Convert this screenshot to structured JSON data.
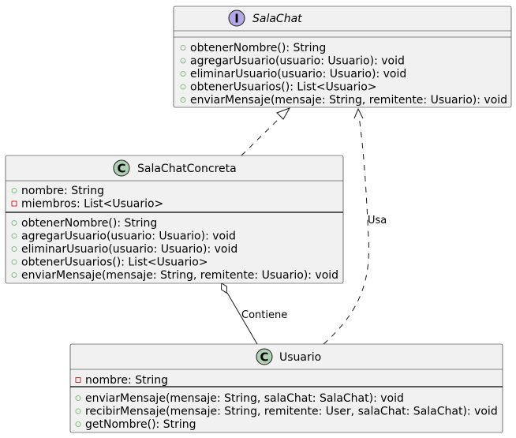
{
  "classes": {
    "salachat": {
      "stereotype_letter": "I",
      "name": "SalaChat",
      "attributes": [],
      "methods": [
        {
          "visibility": "+",
          "text": "obtenerNombre(): String"
        },
        {
          "visibility": "+",
          "text": "agregarUsuario(usuario: Usuario): void"
        },
        {
          "visibility": "+",
          "text": "eliminarUsuario(usuario: Usuario): void"
        },
        {
          "visibility": "+",
          "text": "obtenerUsuarios(): List<Usuario>"
        },
        {
          "visibility": "+",
          "text": "enviarMensaje(mensaje: String, remitente: Usuario): void"
        }
      ]
    },
    "salachatconcreta": {
      "stereotype_letter": "C",
      "name": "SalaChatConcreta",
      "attributes": [
        {
          "visibility": "+",
          "text": "nombre: String"
        },
        {
          "visibility": "-",
          "text": "miembros: List<Usuario>"
        }
      ],
      "methods": [
        {
          "visibility": "+",
          "text": "obtenerNombre(): String"
        },
        {
          "visibility": "+",
          "text": "agregarUsuario(usuario: Usuario): void"
        },
        {
          "visibility": "+",
          "text": "eliminarUsuario(usuario: Usuario): void"
        },
        {
          "visibility": "+",
          "text": "obtenerUsuarios(): List<Usuario>"
        },
        {
          "visibility": "+",
          "text": "enviarMensaje(mensaje: String, remitente: Usuario): void"
        }
      ]
    },
    "usuario": {
      "stereotype_letter": "C",
      "name": "Usuario",
      "attributes": [
        {
          "visibility": "-",
          "text": "nombre: String"
        }
      ],
      "methods": [
        {
          "visibility": "+",
          "text": "enviarMensaje(mensaje: String, salaChat: SalaChat): void"
        },
        {
          "visibility": "+",
          "text": "recibirMensaje(mensaje: String, remitente: User, salaChat: SalaChat): void"
        },
        {
          "visibility": "+",
          "text": "getNombre(): String"
        }
      ]
    }
  },
  "relations": {
    "realization": {
      "from": "SalaChatConcreta",
      "to": "SalaChat",
      "label": ""
    },
    "aggregation": {
      "from": "SalaChatConcreta",
      "to": "Usuario",
      "label": "Contiene"
    },
    "dependency": {
      "from": "Usuario",
      "to": "SalaChat",
      "label": "Usa"
    }
  },
  "colors": {
    "box_fill": "#f1f1f1",
    "border": "#181818",
    "interface_badge": "#b4a7e5",
    "class_badge": "#add1b2",
    "public_marker": "#84be84",
    "private_marker": "#c82930"
  }
}
